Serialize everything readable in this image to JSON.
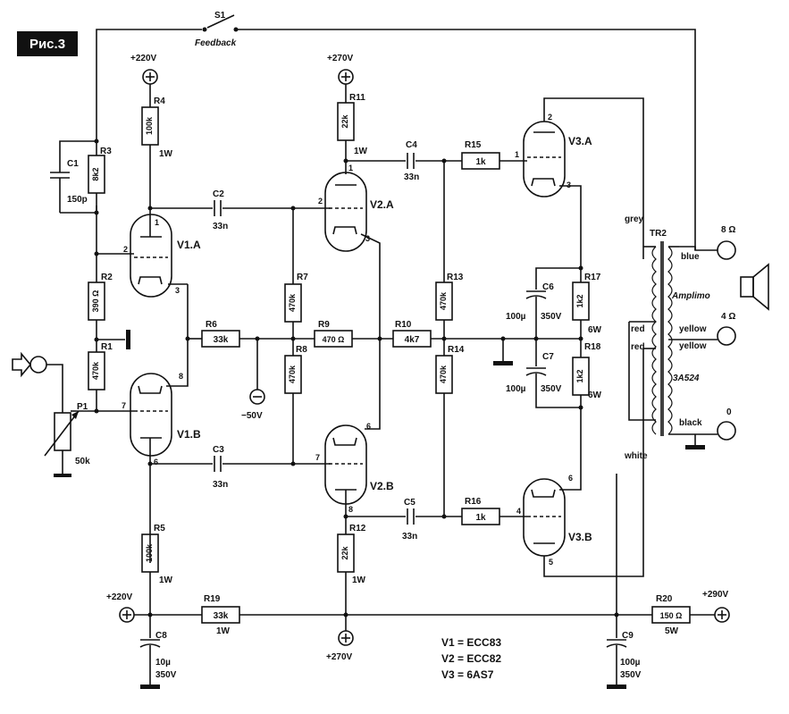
{
  "figure_label": "Рис.3",
  "switch": {
    "ref": "S1",
    "label": "Feedback"
  },
  "supplies": {
    "v220_top": "+220V",
    "v270_top": "+270V",
    "v220_bottom": "+220V",
    "v270_bottom": "+270V",
    "v290": "+290V",
    "neg50": "−50V"
  },
  "tubes": {
    "v1a": "V1.A",
    "v1b": "V1.B",
    "v2a": "V2.A",
    "v2b": "V2.B",
    "v3a": "V3.A",
    "v3b": "V3.B"
  },
  "pins": {
    "v1a_p": "1",
    "v1a_g": "2",
    "v1a_k": "3",
    "v1b_p": "6",
    "v1b_g": "7",
    "v1b_k": "8",
    "v2a_p": "1",
    "v2a_g": "2",
    "v2a_k": "3",
    "v2b_p": "6",
    "v2b_g": "7",
    "v2b_k": "8",
    "v3a_p": "2",
    "v3a_g": "1",
    "v3a_k": "3",
    "v3b_p": "6",
    "v3b_g": "4",
    "v3b_k": "5"
  },
  "resistors": {
    "r1": {
      "ref": "R1",
      "value": "470k"
    },
    "r2": {
      "ref": "R2",
      "value": "390 Ω"
    },
    "r3": {
      "ref": "R3",
      "value": "8k2"
    },
    "r4": {
      "ref": "R4",
      "value": "100k",
      "power": "1W"
    },
    "r5": {
      "ref": "R5",
      "value": "100k",
      "power": "1W"
    },
    "r6": {
      "ref": "R6",
      "value": "33k"
    },
    "r7": {
      "ref": "R7",
      "value": "470k"
    },
    "r8": {
      "ref": "R8",
      "value": "470k"
    },
    "r9": {
      "ref": "R9",
      "value": "470 Ω"
    },
    "r10": {
      "ref": "R10",
      "value": "4k7"
    },
    "r11": {
      "ref": "R11",
      "value": "22k",
      "power": "1W"
    },
    "r12": {
      "ref": "R12",
      "value": "22k",
      "power": "1W"
    },
    "r13": {
      "ref": "R13",
      "value": "470k"
    },
    "r14": {
      "ref": "R14",
      "value": "470k"
    },
    "r15": {
      "ref": "R15",
      "value": "1k"
    },
    "r16": {
      "ref": "R16",
      "value": "1k"
    },
    "r17": {
      "ref": "R17",
      "value": "1k2",
      "power": "6W"
    },
    "r18": {
      "ref": "R18",
      "value": "1k2",
      "power": "6W"
    },
    "r19": {
      "ref": "R19",
      "value": "33k",
      "power": "1W"
    },
    "r20": {
      "ref": "R20",
      "value": "150 Ω",
      "power": "5W"
    }
  },
  "capacitors": {
    "c1": {
      "ref": "C1",
      "value": "150p"
    },
    "c2": {
      "ref": "C2",
      "value": "33n"
    },
    "c3": {
      "ref": "C3",
      "value": "33n"
    },
    "c4": {
      "ref": "C4",
      "value": "33n"
    },
    "c5": {
      "ref": "C5",
      "value": "33n"
    },
    "c6": {
      "ref": "C6",
      "value": "100µ",
      "voltage": "350V"
    },
    "c7": {
      "ref": "C7",
      "value": "100µ",
      "voltage": "350V"
    },
    "c8": {
      "ref": "C8",
      "value": "10µ",
      "voltage": "350V"
    },
    "c9": {
      "ref": "C9",
      "value": "100µ",
      "voltage": "350V"
    }
  },
  "pot": {
    "ref": "P1",
    "value": "50k"
  },
  "transformer": {
    "ref": "TR2",
    "make": "Amplimo",
    "model": "3A524",
    "wires": {
      "grey": "grey",
      "red1": "red",
      "red2": "red",
      "white": "white",
      "blue": "blue",
      "yellow1": "yellow",
      "yellow2": "yellow",
      "black": "black"
    }
  },
  "taps": {
    "t8": "8 Ω",
    "t4": "4 Ω",
    "t0": "0"
  },
  "legend": [
    "V1 = ECC83",
    "V2 = ECC82",
    "V3 = 6AS7"
  ]
}
